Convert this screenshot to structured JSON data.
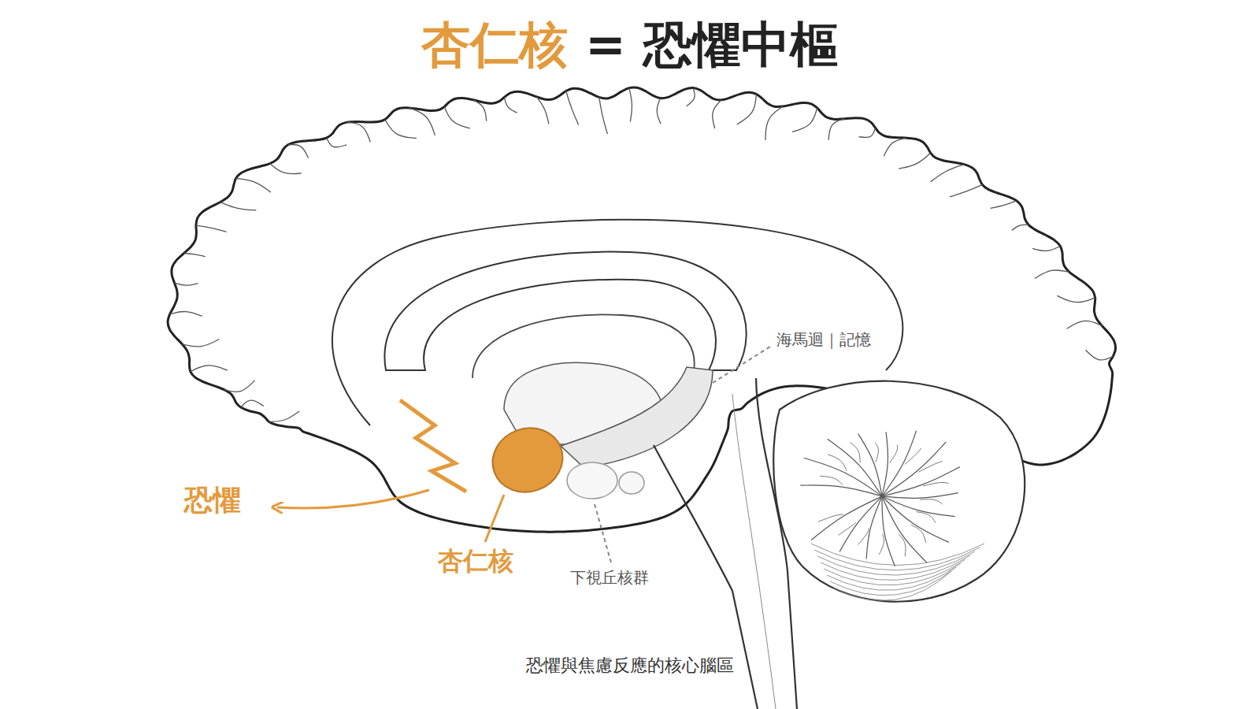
{
  "diagram": {
    "title": "杏仁核 = 恐懼中樞",
    "caption": "恐懼與焦慮反應的核心腦區",
    "labels": [
      "恐懼",
      "杏仁核",
      "下視丘核群",
      "海馬迴｜記憶"
    ]
  }
}
